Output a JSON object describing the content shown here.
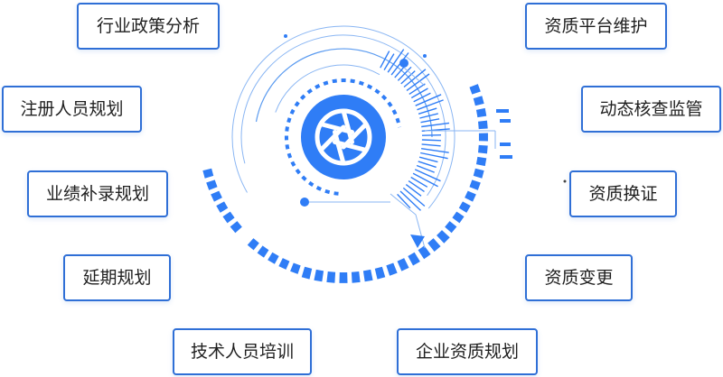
{
  "tags": [
    "行业政策分析",
    "注册人员规划",
    "业绩补录规划",
    "延期规划",
    "技术人员培训",
    "资质平台维护",
    "动态核查监管",
    "资质换证",
    "资质变更",
    "企业资质规划"
  ],
  "colors": {
    "primary": "#2f7df6",
    "ring": "#5b9bf0",
    "thin": "#8ab6f3",
    "border": "#2f6fd6"
  },
  "center_icon": "camera-aperture-icon"
}
